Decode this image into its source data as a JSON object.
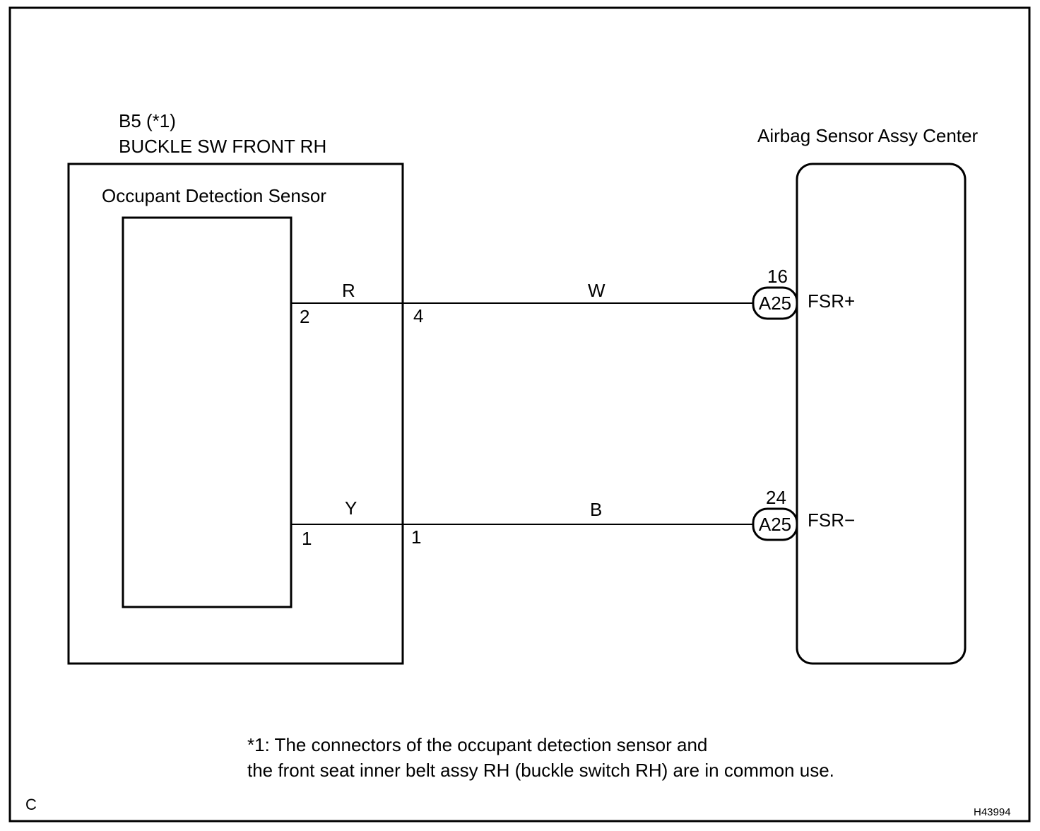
{
  "connector": {
    "id_label": "B5 (*1)",
    "name": "BUCKLE SW FRONT RH",
    "sensor_name": "Occupant Detection Sensor"
  },
  "ecu": {
    "name": "Airbag Sensor Assy Center"
  },
  "wires": [
    {
      "inner_color": "R",
      "inner_pin": "2",
      "outer_pin": "4",
      "harness_color": "W",
      "ecu_pin": "16",
      "ecu_connector": "A25",
      "terminal": "FSR+"
    },
    {
      "inner_color": "Y",
      "inner_pin": "1",
      "outer_pin": "1",
      "harness_color": "B",
      "ecu_pin": "24",
      "ecu_connector": "A25",
      "terminal": "FSR−"
    }
  ],
  "note": {
    "line1": "*1: The connectors of the occupant detection sensor and",
    "line2": "the front seat inner belt assy RH (buckle switch RH) are in common use."
  },
  "corner_label": "C",
  "figure_code": "H43994"
}
